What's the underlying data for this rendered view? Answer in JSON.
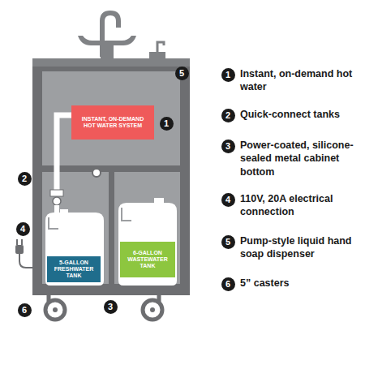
{
  "diagram": {
    "nodes": [
      {
        "text": [
          "INSTANT, ON-DEMAND HOT WATER SYSTEM"
        ]
      },
      {
        "text": [
          "5-GALLON FRESHWATER TANK"
        ]
      },
      {
        "text": [
          "6-GALLON WASTEWATER TANK"
        ]
      }
    ],
    "labels": [
      "1",
      "2",
      "3",
      "4",
      "5",
      "6",
      "1",
      "Instant, on-demand hot water",
      "2",
      "Quick-connect tanks",
      "3",
      "Power-coated, silicone-sealed metal cabinet bottom",
      "4",
      "110V, 20A electrical connection",
      "5",
      "Pump-style liquid hand soap dispenser",
      "6",
      "5” casters"
    ]
  }
}
